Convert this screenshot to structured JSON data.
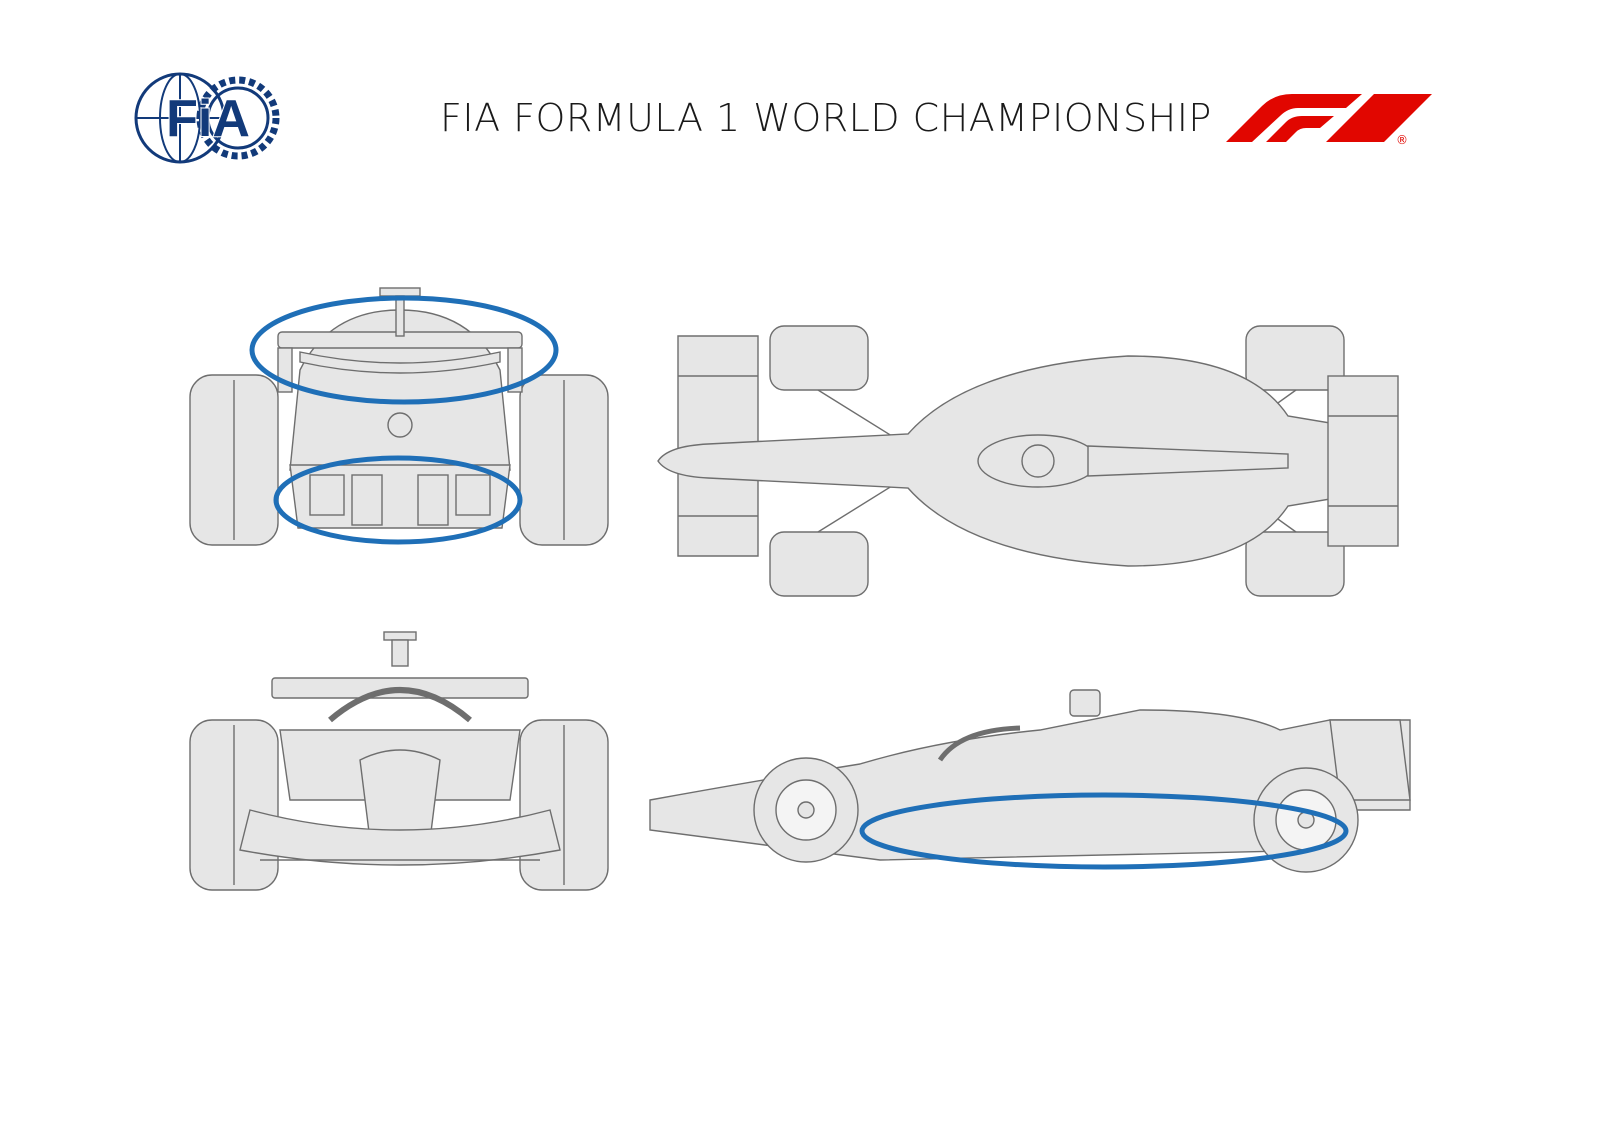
{
  "header": {
    "title": "FIA FORMULA 1 WORLD CHAMPIONSHIP",
    "left_logo_text": "FiA",
    "right_logo_mark": "®"
  },
  "views": [
    {
      "id": "rear-view",
      "highlights": [
        "rear-wing",
        "diffuser"
      ]
    },
    {
      "id": "top-view",
      "highlights": []
    },
    {
      "id": "front-view",
      "highlights": []
    },
    {
      "id": "side-view",
      "highlights": [
        "floor"
      ]
    }
  ],
  "colors": {
    "highlight": "#1f6fb7",
    "fia_blue": "#123a7a",
    "f1_red": "#e10600",
    "car_fill": "#e6e6e6",
    "car_line": "#6e6e6e"
  }
}
